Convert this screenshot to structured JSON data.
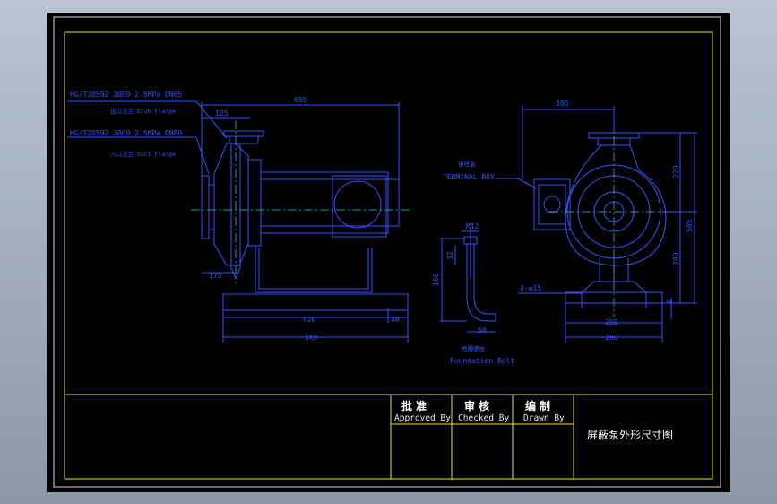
{
  "pipe_specs": {
    "outlet_spec": "HG/T20592 2009 2.5MPa DN65",
    "outlet_name": "出口法兰 Dish Flange",
    "inlet_spec": "HG/T20592 2009 2.5MPa DN80",
    "inlet_name": "入口法兰 Suct Flange"
  },
  "dimensions": {
    "d655": "655",
    "d125": "125",
    "d173": "173",
    "d420": "420",
    "d40": "40",
    "d5xx": "5XX",
    "d300": "300",
    "d220": "220",
    "d505": "505",
    "d280": "280",
    "d250": "250",
    "d290": "290",
    "d6": "6",
    "m12": "M12",
    "d32": "32",
    "d160": "160",
    "d50": "50",
    "holes": "4-φ15"
  },
  "labels": {
    "terminal_cn": "接线盒",
    "terminal_en": "TERMINAL BOX",
    "bolt_cn": "地脚螺栓",
    "bolt_en": "Foundation Bolt"
  },
  "title_block": {
    "approved_cn": "批准",
    "approved_en": "Approved By",
    "checked_cn": "审核",
    "checked_en": "Checked By",
    "drawn_cn": "编制",
    "drawn_en": "Drawn By",
    "drawing_title": "屏蔽泵外形尺寸图"
  }
}
